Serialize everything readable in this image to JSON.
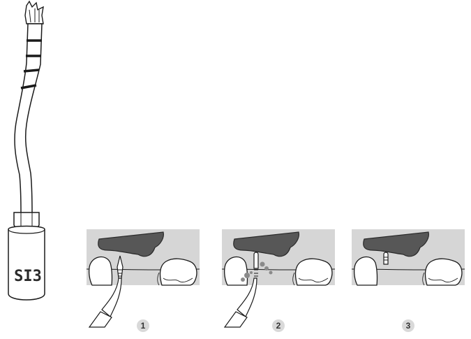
{
  "tip": {
    "label": "SI3"
  },
  "steps": [
    {
      "number": "1"
    },
    {
      "number": "2"
    },
    {
      "number": "3"
    }
  ],
  "colors": {
    "panel_bg": "#d6d6d6",
    "bone": "#575757",
    "badge": "#d9d9d9",
    "spray": "#8a8a8a",
    "line": "#1a1a1a"
  }
}
